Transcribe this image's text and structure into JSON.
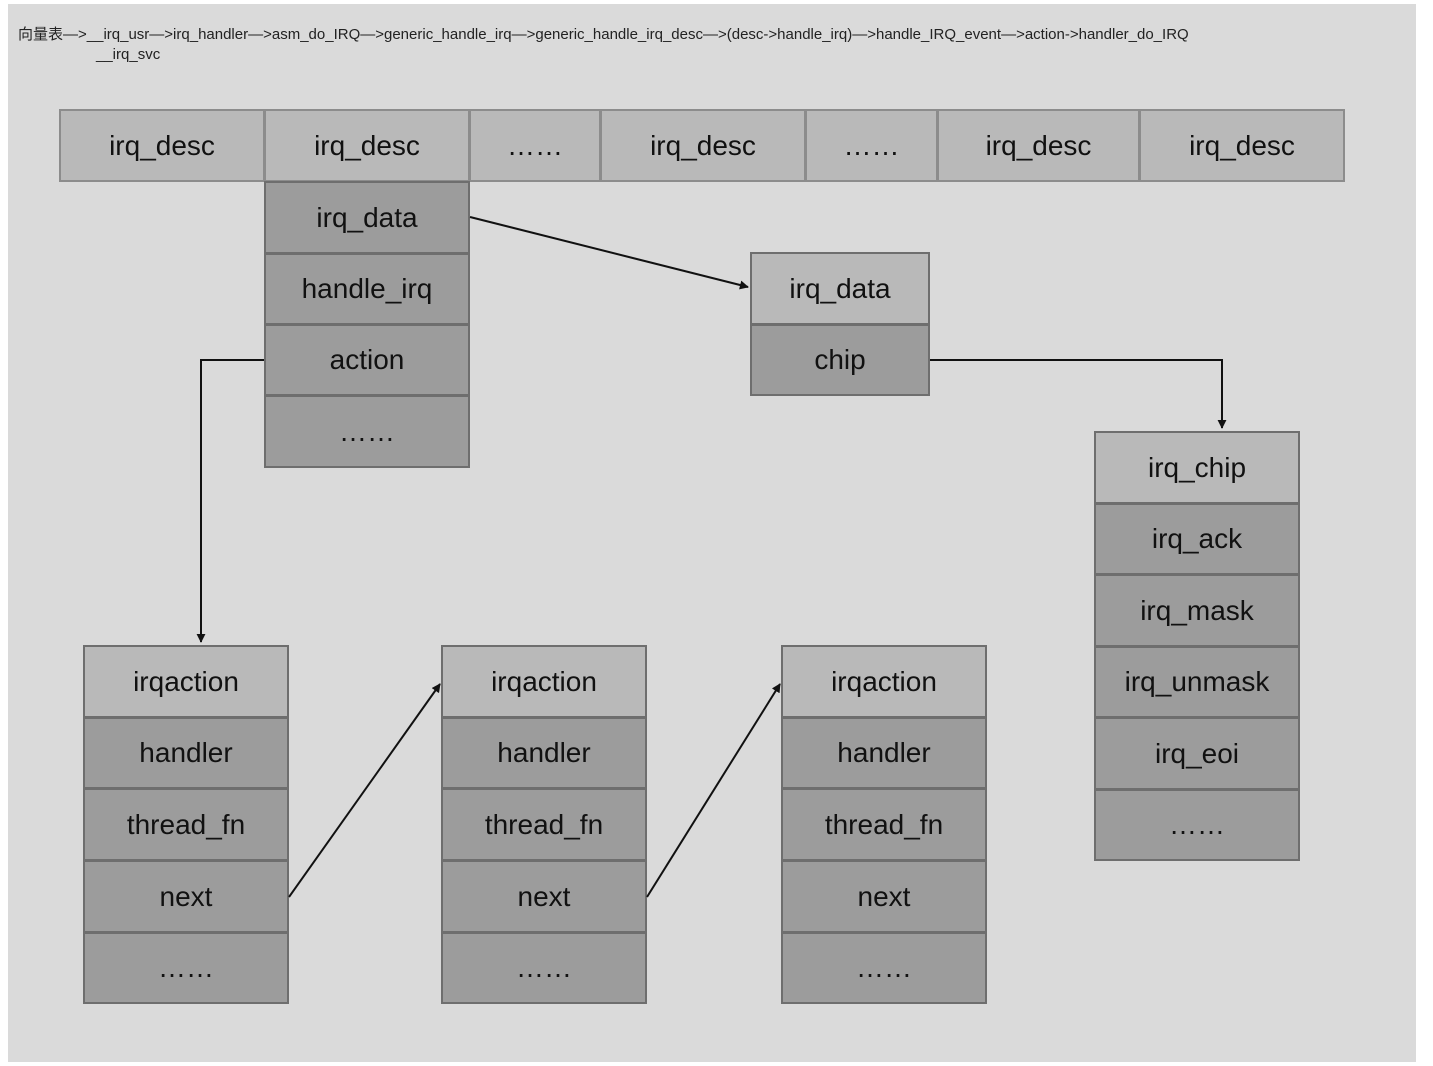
{
  "call_chain": {
    "line1": "向量表—>__irq_usr—>irq_handler—>asm_do_IRQ—>generic_handle_irq—>generic_handle_irq_desc—>(desc->handle_irq)—>handle_IRQ_event—>action->handler_do_IRQ",
    "line2": "__irq_svc"
  },
  "desc_array": [
    "irq_desc",
    "irq_desc",
    "……",
    "irq_desc",
    "……",
    "irq_desc",
    "irq_desc"
  ],
  "desc_fields": [
    "irq_data",
    "handle_irq",
    "action",
    "……"
  ],
  "irq_data_struct": [
    "irq_data",
    "chip"
  ],
  "irq_chip": [
    "irq_chip",
    "irq_ack",
    "irq_mask",
    "irq_unmask",
    "irq_eoi",
    "……"
  ],
  "irqactions": [
    [
      "irqaction",
      "handler",
      "thread_fn",
      "next",
      "……"
    ],
    [
      "irqaction",
      "handler",
      "thread_fn",
      "next",
      "……"
    ],
    [
      "irqaction",
      "handler",
      "thread_fn",
      "next",
      "……"
    ]
  ],
  "colors": {
    "background": "#dadada",
    "header_cell": "#b9b9b9",
    "field_cell": "#9c9c9c",
    "line": "#111111"
  }
}
